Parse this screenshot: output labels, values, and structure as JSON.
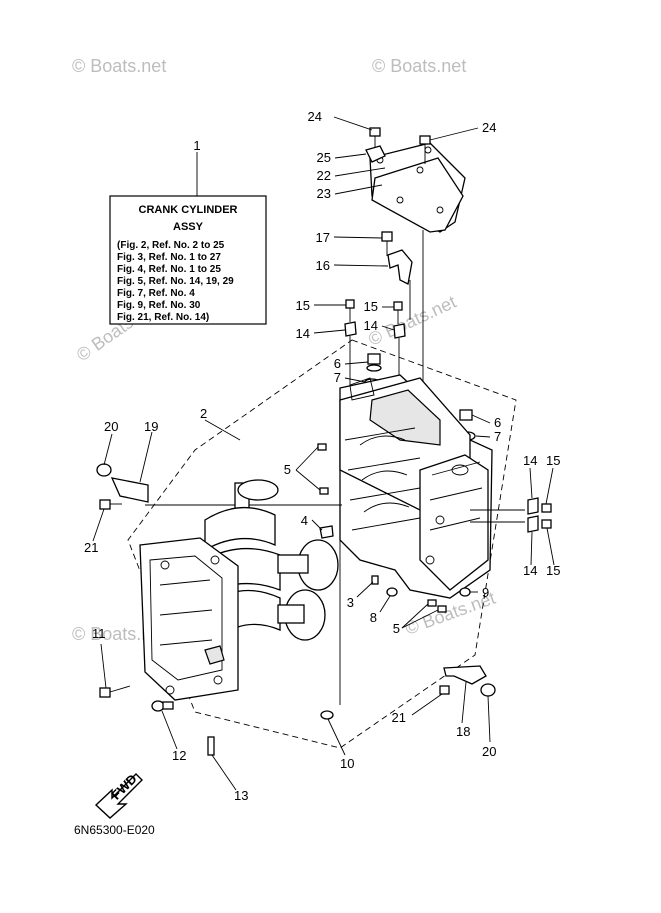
{
  "watermarks": [
    "© Boats.net",
    "© Boats.net",
    "© Boats.net",
    "© Boats.net",
    "© Boats.net",
    "© Boats.net"
  ],
  "info_box": {
    "callout": "1",
    "title_line1": "CRANK CYLINDER",
    "title_line2": "ASSY",
    "lines": [
      "(Fig. 2, Ref. No. 2 to 25",
      "Fig. 3, Ref. No. 1 to 27",
      "Fig. 4, Ref. No. 1 to 25",
      "Fig. 5, Ref. No. 14, 19, 29",
      "Fig. 7, Ref. No. 4",
      "Fig. 9, Ref. No. 30",
      "Fig. 21, Ref. No. 14)"
    ]
  },
  "callouts": {
    "c2": "2",
    "c3": "3",
    "c4": "4",
    "c5a": "5",
    "c5b": "5",
    "c6a": "6",
    "c6b": "6",
    "c7a": "7",
    "c7b": "7",
    "c8": "8",
    "c9": "9",
    "c10": "10",
    "c11": "11",
    "c12": "12",
    "c13": "13",
    "c14a": "14",
    "c14b": "14",
    "c14c": "14",
    "c14d": "14",
    "c15a": "15",
    "c15b": "15",
    "c15c": "15",
    "c15d": "15",
    "c16": "16",
    "c17": "17",
    "c18": "18",
    "c19": "19",
    "c20a": "20",
    "c20b": "20",
    "c21a": "21",
    "c21b": "21",
    "c22": "22",
    "c23": "23",
    "c24a": "24",
    "c24b": "24",
    "c25": "25"
  },
  "fwd_label": "FWD",
  "diagram_code": "6N65300-E020"
}
